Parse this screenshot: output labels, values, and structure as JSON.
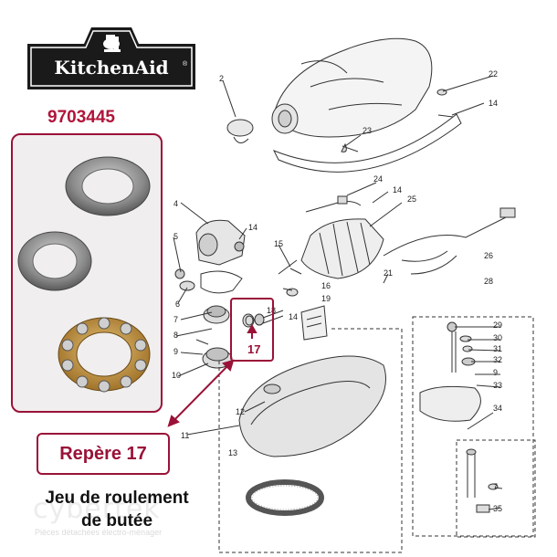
{
  "brand": {
    "logo_text": "KitchenAid",
    "registered_mark": "®"
  },
  "part_number": "9703445",
  "callout": {
    "label": "Repère 17"
  },
  "description": {
    "line1": "Jeu de roulement",
    "line2": "de butée"
  },
  "watermark": {
    "text": "cybertek",
    "subtext": "Pièces détachées électro-ménager"
  },
  "highlight": {
    "number": "17"
  },
  "part_labels": [
    "2",
    "22",
    "14",
    "23",
    "24",
    "14",
    "25",
    "4",
    "14",
    "26",
    "5",
    "15",
    "21",
    "28",
    "6",
    "16",
    "19",
    "7",
    "18",
    "14",
    "29",
    "30",
    "31",
    "8",
    "32",
    "9",
    "9",
    "33",
    "10",
    "12",
    "34",
    "11",
    "13",
    "7",
    "35"
  ],
  "colors": {
    "accent": "#9a1238",
    "accent_text": "#b0143a",
    "line": "#333333"
  }
}
